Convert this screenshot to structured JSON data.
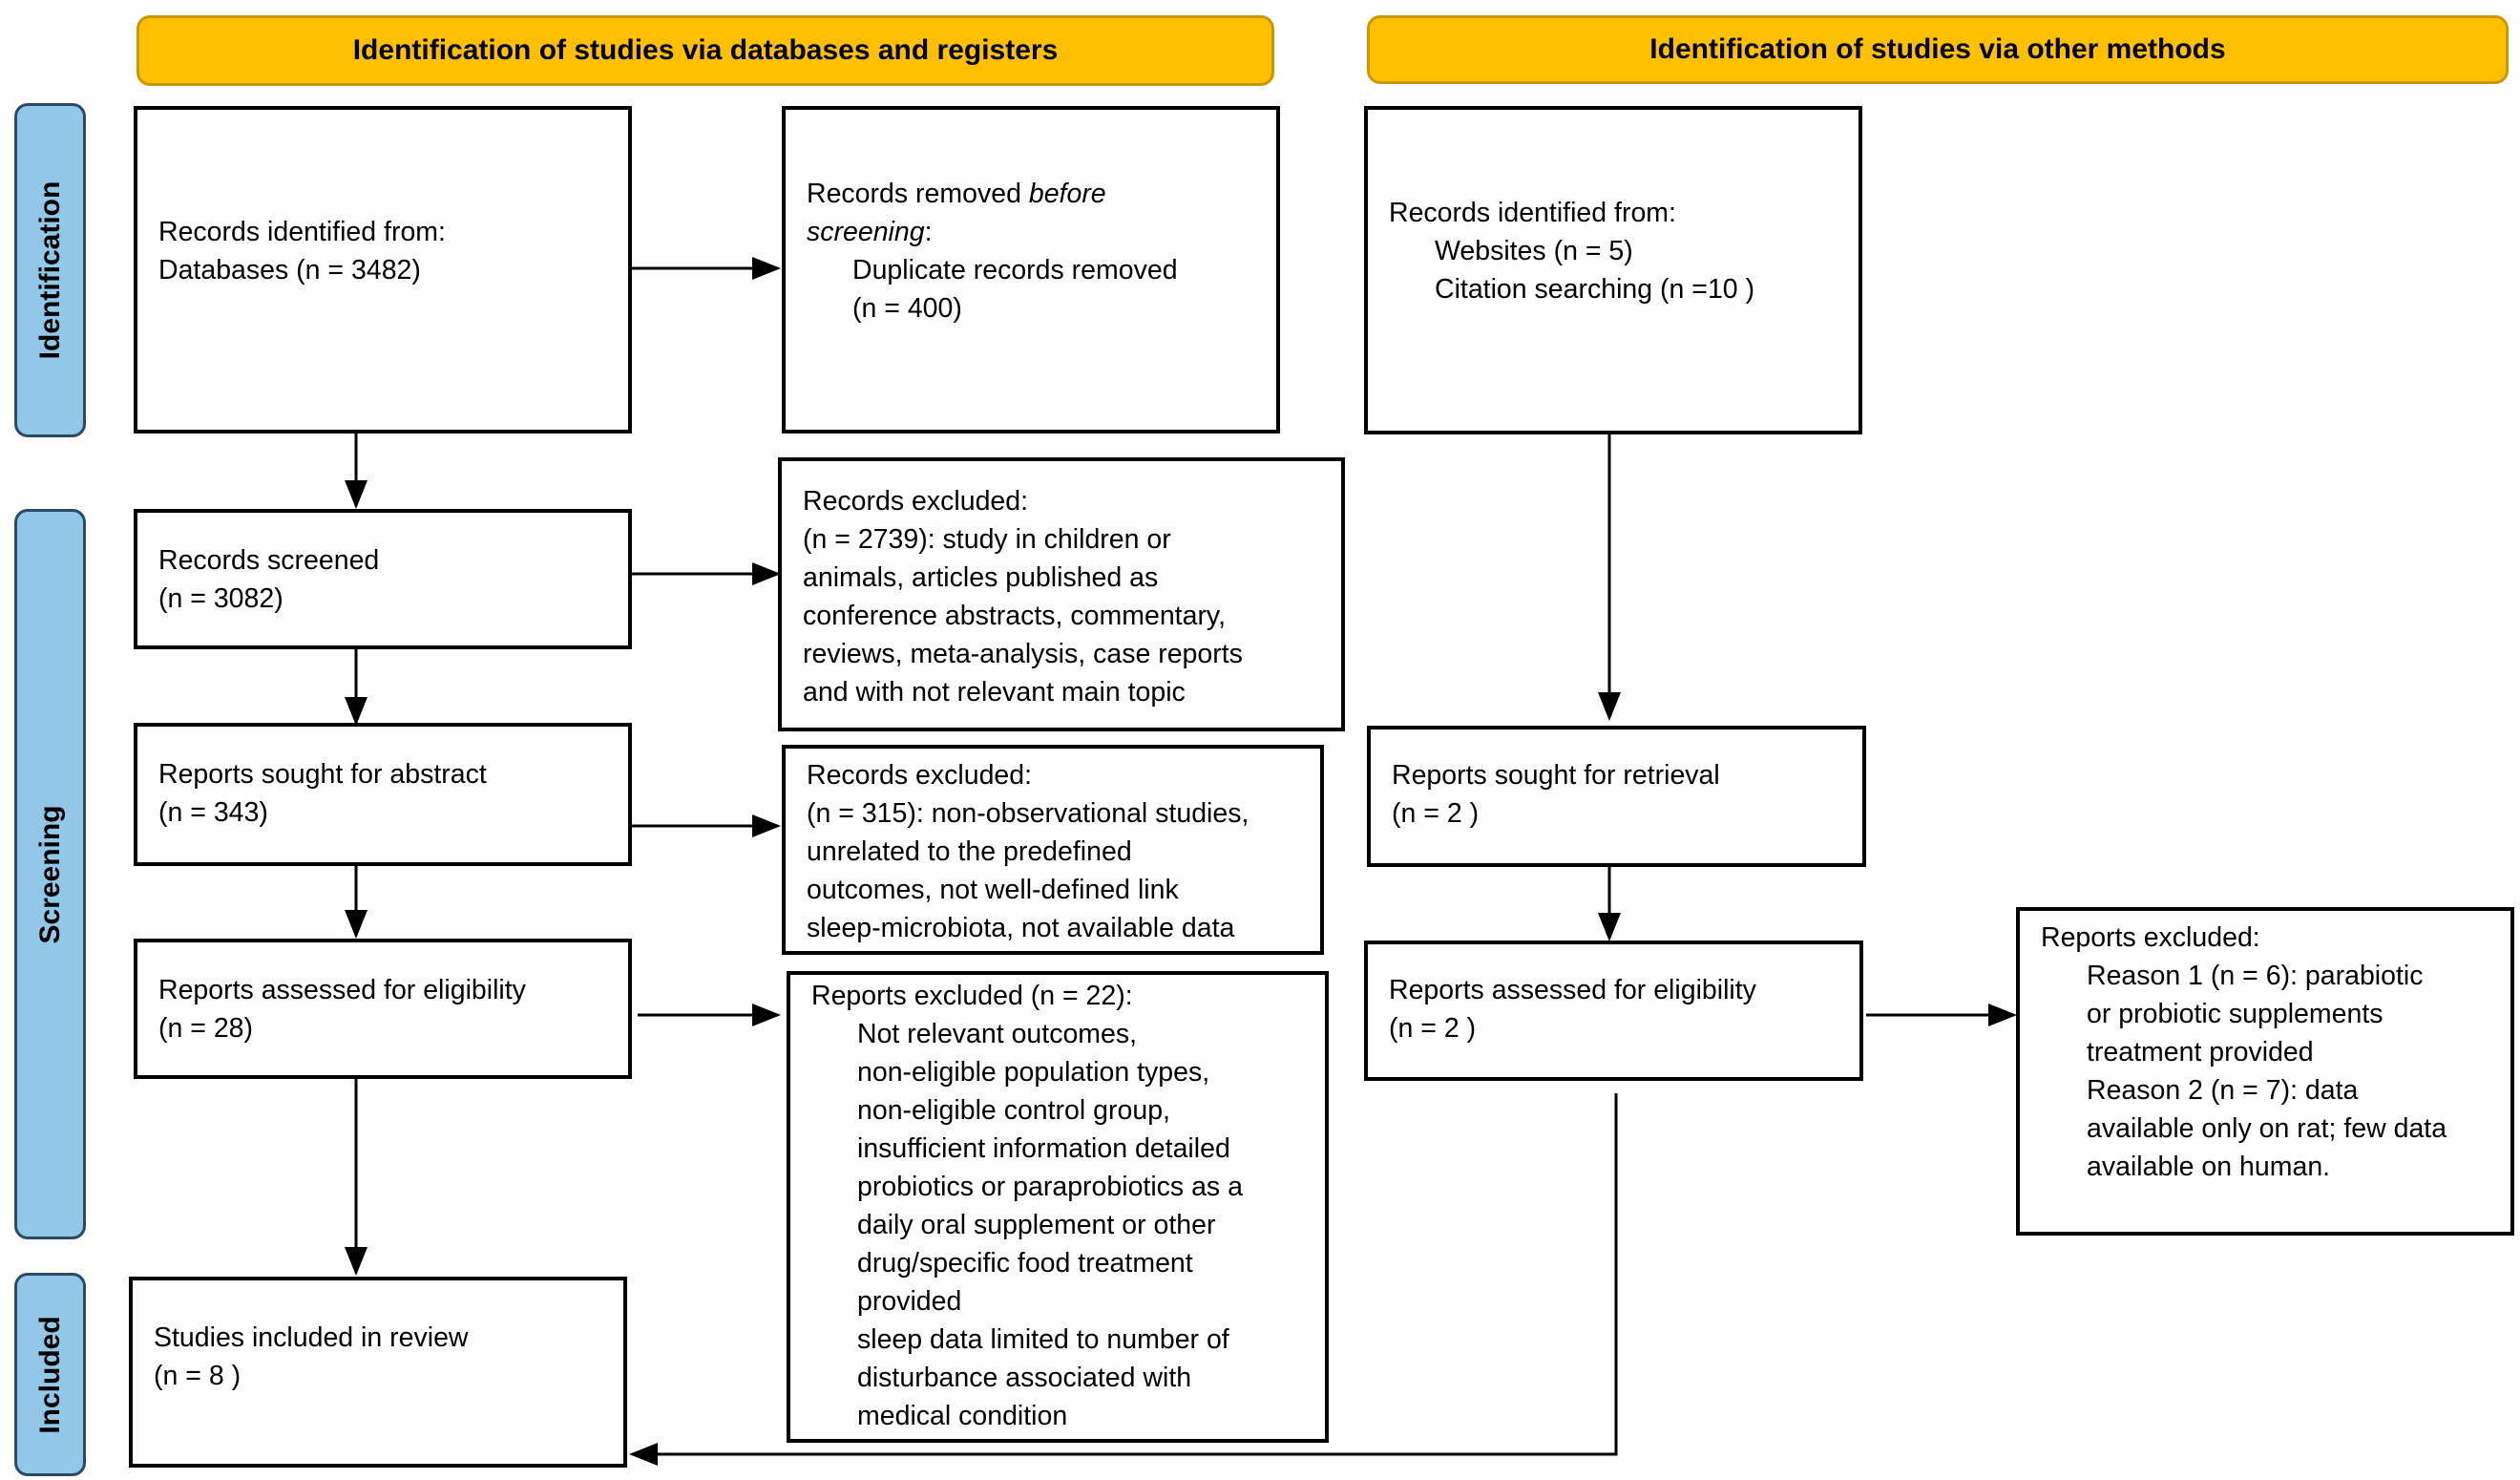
{
  "headers": {
    "databases": "Identification of studies via databases and registers",
    "other_methods": "Identification of studies via other methods"
  },
  "phases": {
    "identification": "Identification",
    "screening": "Screening",
    "included": "Included"
  },
  "db_identified": {
    "lines": [
      "Records identified from:",
      "Databases (n = 3482)"
    ]
  },
  "removed_before": {
    "line1": "Records removed ",
    "line1_em": "before",
    "line2_em": "screening",
    "line2_tail": ":",
    "indented": [
      "Duplicate records removed",
      "(n = 400)"
    ]
  },
  "other_identified": {
    "line1": "Records identified from:",
    "indented": [
      "Websites (n = 5)",
      "Citation searching (n =10 )"
    ]
  },
  "records_screened": {
    "lines": [
      "Records screened",
      "(n = 3082)"
    ]
  },
  "records_excluded_1": {
    "lines": [
      "Records excluded:",
      "(n = 2739): study in children or",
      "animals, articles published as",
      "conference abstracts, commentary,",
      "reviews, meta-analysis, case reports",
      "and with not relevant main topic"
    ]
  },
  "sought_abstract": {
    "lines": [
      "Reports sought for abstract",
      "(n = 343)"
    ]
  },
  "records_excluded_2": {
    "lines": [
      "Records excluded:",
      "(n = 315): non-observational studies,",
      "unrelated to the predefined",
      "outcomes, not well-defined link",
      "sleep-microbiota, not available data"
    ]
  },
  "assessed_db": {
    "lines": [
      "Reports assessed for eligibility",
      "(n = 28)"
    ]
  },
  "reports_excluded_db": {
    "line1": "Reports excluded (n = 22):",
    "indented": [
      "Not relevant outcomes,",
      "non-eligible population types,",
      "non-eligible control group,",
      "insufficient information detailed",
      "probiotics or paraprobiotics as a",
      "daily oral supplement or other",
      "drug/specific food treatment",
      "provided",
      "sleep data limited to number of",
      "disturbance associated with",
      "medical condition"
    ]
  },
  "sought_retrieval": {
    "lines": [
      "Reports sought for retrieval",
      "(n = 2 )"
    ]
  },
  "assessed_other": {
    "lines": [
      "Reports assessed for eligibility",
      "(n = 2 )"
    ]
  },
  "reports_excluded_other": {
    "line1": "Reports excluded:",
    "indented": [
      "Reason 1 (n = 6): parabiotic",
      "or probiotic supplements",
      "treatment provided",
      "Reason 2 (n = 7): data",
      "available only on rat; few data",
      "available on human."
    ]
  },
  "included": {
    "lines": [
      "Studies included in review",
      "(n = 8 )"
    ]
  },
  "colors": {
    "header_fill": "#ffc000",
    "phase_fill": "#93c7e8",
    "line": "#000000"
  }
}
